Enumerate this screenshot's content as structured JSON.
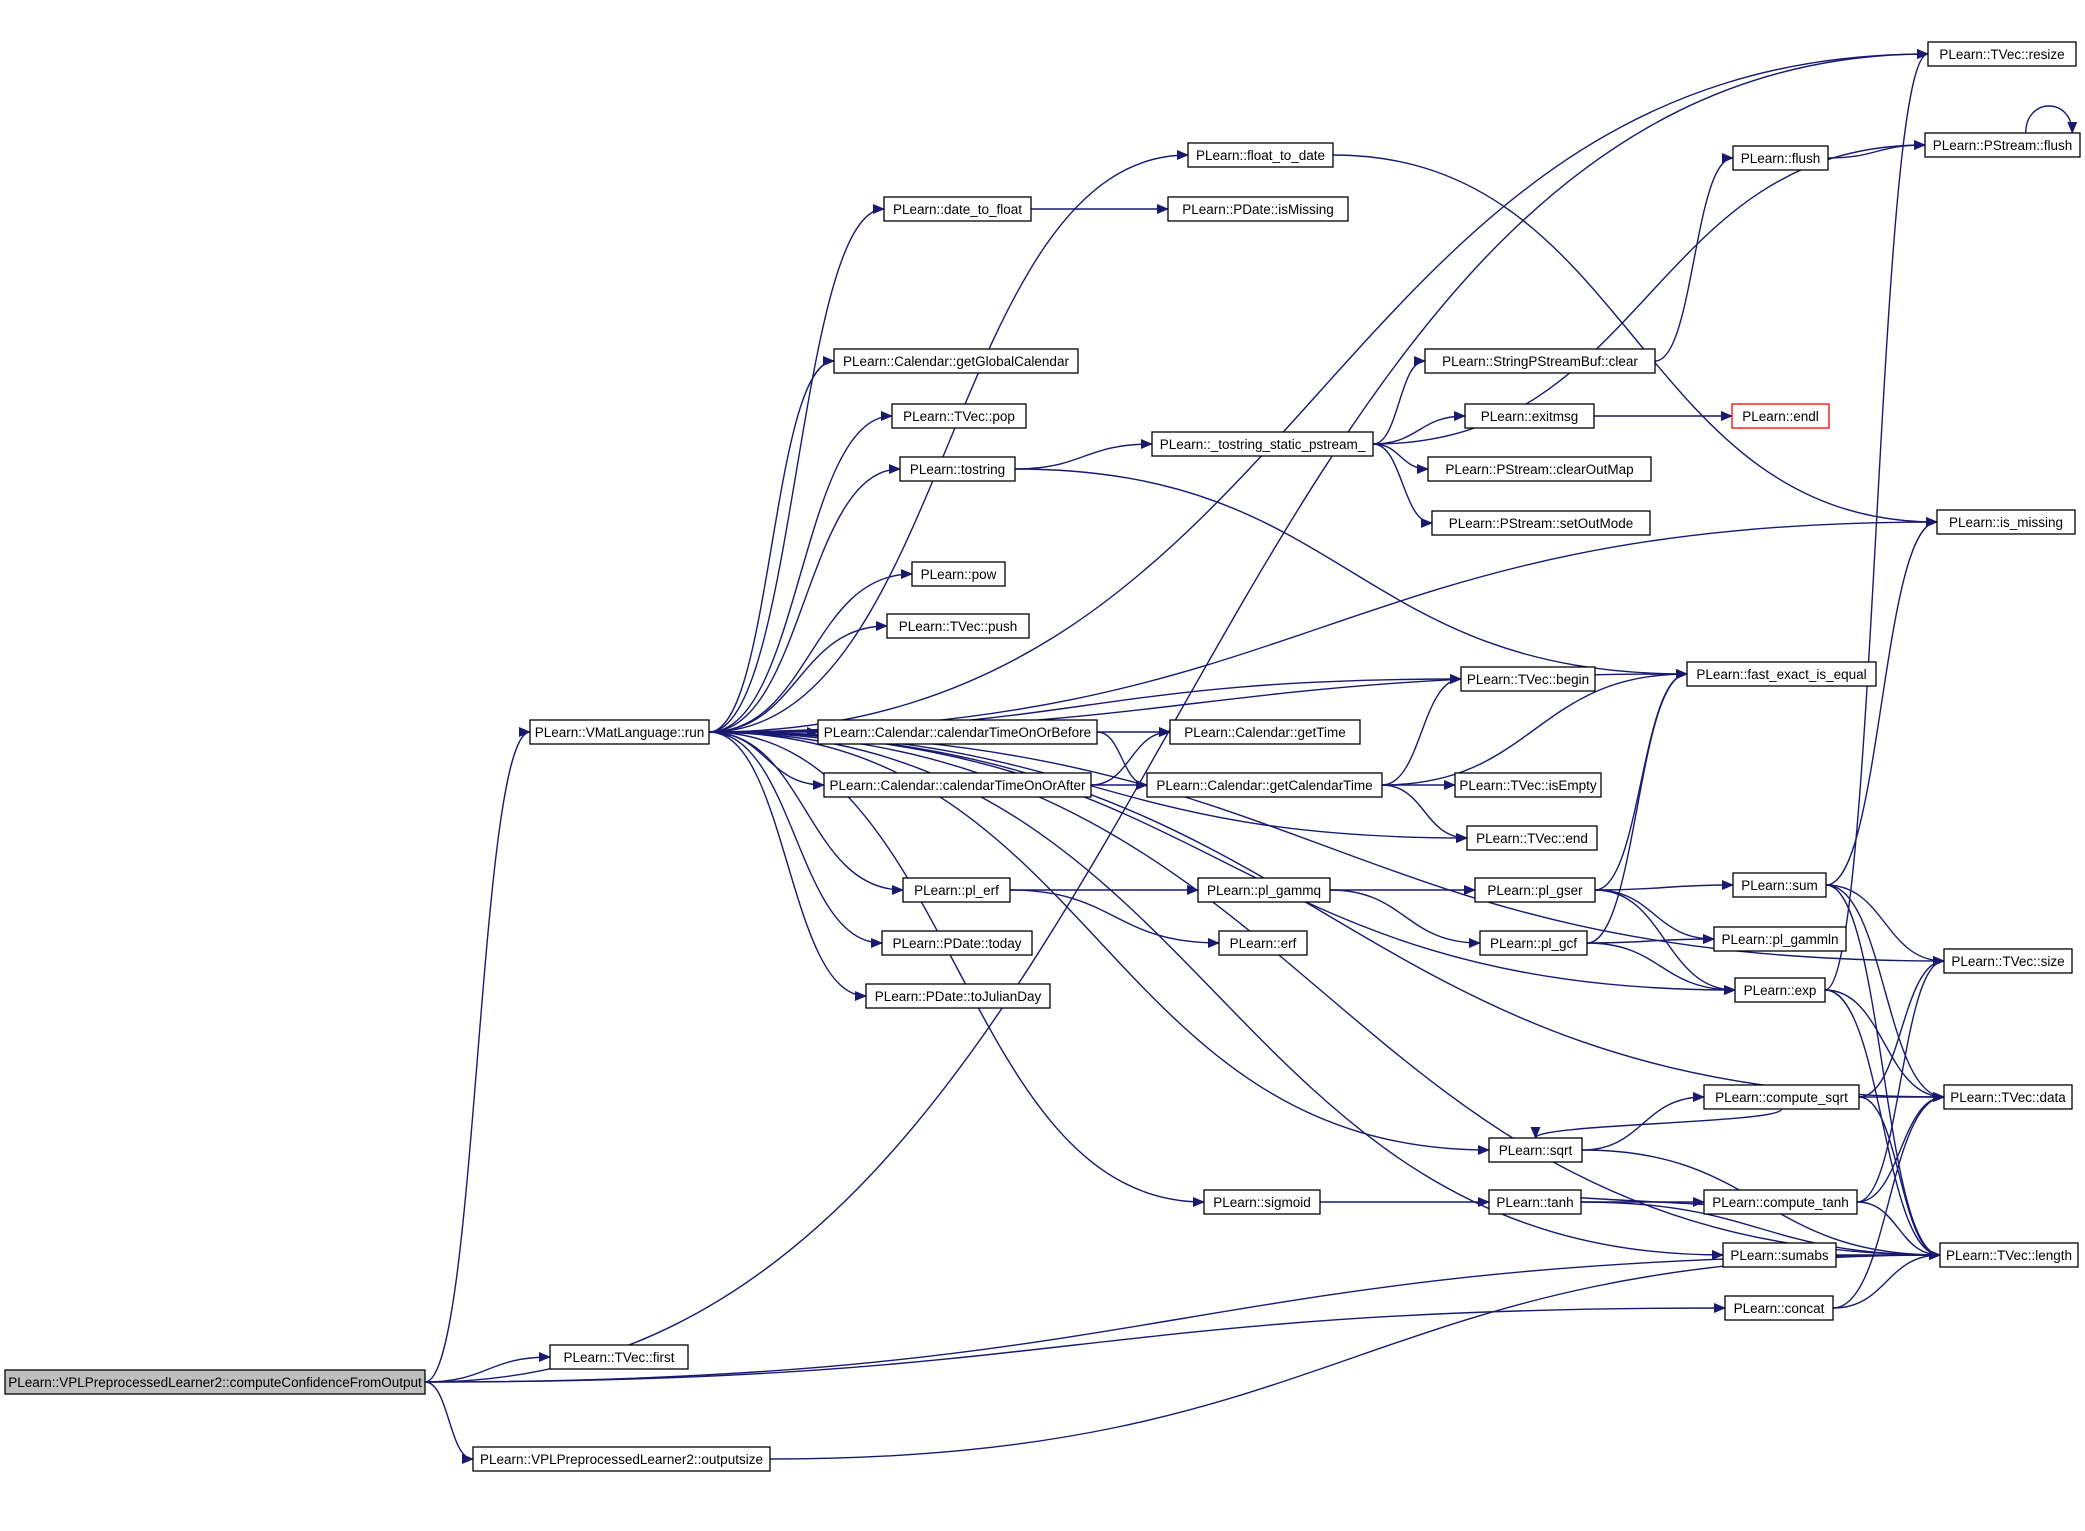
{
  "graph": {
    "type": "call-graph",
    "root": "PLearn::VPLPreprocessedLearner2::computeConfidenceFromOutput",
    "colors": {
      "edge": "#191970",
      "node_border": "#000000",
      "root_fill": "#bfbfbf",
      "highlight_border": "#ff0000",
      "background": "#ffffff"
    },
    "nodes": [
      {
        "id": "root",
        "label": "PLearn::VPLPreprocessedLearner2::computeConfidenceFromOutput"
      },
      {
        "id": "run",
        "label": "PLearn::VMatLanguage::run"
      },
      {
        "id": "first",
        "label": "PLearn::TVec::first"
      },
      {
        "id": "outputsize",
        "label": "PLearn::VPLPreprocessedLearner2::outputsize"
      },
      {
        "id": "float_to_date",
        "label": "PLearn::float_to_date"
      },
      {
        "id": "date_to_float",
        "label": "PLearn::date_to_float"
      },
      {
        "id": "pdate_ismissing",
        "label": "PLearn::PDate::isMissing"
      },
      {
        "id": "getglobalcalendar",
        "label": "PLearn::Calendar::getGlobalCalendar"
      },
      {
        "id": "tvec_pop",
        "label": "PLearn::TVec::pop"
      },
      {
        "id": "tostring",
        "label": "PLearn::tostring"
      },
      {
        "id": "tostring_static",
        "label": "PLearn::_tostring_static_pstream_"
      },
      {
        "id": "pow",
        "label": "PLearn::pow"
      },
      {
        "id": "tvec_push",
        "label": "PLearn::TVec::push"
      },
      {
        "id": "caltimeonorbefore",
        "label": "PLearn::Calendar::calendarTimeOnOrBefore"
      },
      {
        "id": "caltimeonorafter",
        "label": "PLearn::Calendar::calendarTimeOnOrAfter"
      },
      {
        "id": "gettime",
        "label": "PLearn::Calendar::getTime"
      },
      {
        "id": "getcalendartime",
        "label": "PLearn::Calendar::getCalendarTime"
      },
      {
        "id": "pl_erf",
        "label": "PLearn::pl_erf"
      },
      {
        "id": "pl_gammq",
        "label": "PLearn::pl_gammq"
      },
      {
        "id": "erf",
        "label": "PLearn::erf"
      },
      {
        "id": "pdate_today",
        "label": "PLearn::PDate::today"
      },
      {
        "id": "pdate_tojulianday",
        "label": "PLearn::PDate::toJulianDay"
      },
      {
        "id": "sigmoid",
        "label": "PLearn::sigmoid"
      },
      {
        "id": "flush",
        "label": "PLearn::flush"
      },
      {
        "id": "spsb_clear",
        "label": "PLearn::StringPStreamBuf::clear"
      },
      {
        "id": "exitmsg",
        "label": "PLearn::exitmsg"
      },
      {
        "id": "endl",
        "label": "PLearn::endl"
      },
      {
        "id": "clearoutmap",
        "label": "PLearn::PStream::clearOutMap"
      },
      {
        "id": "setoutmode",
        "label": "PLearn::PStream::setOutMode"
      },
      {
        "id": "tvec_begin",
        "label": "PLearn::TVec::begin"
      },
      {
        "id": "tvec_isempty",
        "label": "PLearn::TVec::isEmpty"
      },
      {
        "id": "tvec_end",
        "label": "PLearn::TVec::end"
      },
      {
        "id": "pl_gser",
        "label": "PLearn::pl_gser"
      },
      {
        "id": "pl_gcf",
        "label": "PLearn::pl_gcf"
      },
      {
        "id": "sqrt",
        "label": "PLearn::sqrt"
      },
      {
        "id": "tanh",
        "label": "PLearn::tanh"
      },
      {
        "id": "fast_exact_is_equal",
        "label": "PLearn::fast_exact_is_equal"
      },
      {
        "id": "sum",
        "label": "PLearn::sum"
      },
      {
        "id": "pl_gammln",
        "label": "PLearn::pl_gammln"
      },
      {
        "id": "exp",
        "label": "PLearn::exp"
      },
      {
        "id": "compute_sqrt",
        "label": "PLearn::compute_sqrt"
      },
      {
        "id": "compute_tanh",
        "label": "PLearn::compute_tanh"
      },
      {
        "id": "sumabs",
        "label": "PLearn::sumabs"
      },
      {
        "id": "concat",
        "label": "PLearn::concat"
      },
      {
        "id": "tvec_resize",
        "label": "PLearn::TVec::resize"
      },
      {
        "id": "pstream_flush",
        "label": "PLearn::PStream::flush"
      },
      {
        "id": "is_missing",
        "label": "PLearn::is_missing"
      },
      {
        "id": "tvec_size",
        "label": "PLearn::TVec::size"
      },
      {
        "id": "tvec_data",
        "label": "PLearn::TVec::data"
      },
      {
        "id": "tvec_length",
        "label": "PLearn::TVec::length"
      }
    ],
    "highlighted": [
      "endl"
    ],
    "edges": [
      [
        "root",
        "run"
      ],
      [
        "root",
        "tvec_resize"
      ],
      [
        "root",
        "first"
      ],
      [
        "root",
        "outputsize"
      ],
      [
        "root",
        "tvec_length"
      ],
      [
        "root",
        "concat"
      ],
      [
        "run",
        "tvec_resize"
      ],
      [
        "run",
        "float_to_date"
      ],
      [
        "run",
        "date_to_float"
      ],
      [
        "run",
        "is_missing"
      ],
      [
        "run",
        "tvec_size"
      ],
      [
        "run",
        "getglobalcalendar"
      ],
      [
        "run",
        "tvec_pop"
      ],
      [
        "run",
        "tostring"
      ],
      [
        "run",
        "fast_exact_is_equal"
      ],
      [
        "run",
        "pow"
      ],
      [
        "run",
        "tvec_push"
      ],
      [
        "run",
        "tvec_begin"
      ],
      [
        "run",
        "caltimeonorbefore"
      ],
      [
        "run",
        "caltimeonorafter"
      ],
      [
        "run",
        "tvec_end"
      ],
      [
        "run",
        "pl_erf"
      ],
      [
        "run",
        "pdate_today"
      ],
      [
        "run",
        "pdate_tojulianday"
      ],
      [
        "run",
        "exp"
      ],
      [
        "run",
        "tvec_data"
      ],
      [
        "run",
        "sqrt"
      ],
      [
        "run",
        "sigmoid"
      ],
      [
        "run",
        "sumabs"
      ],
      [
        "run",
        "tvec_length"
      ],
      [
        "float_to_date",
        "is_missing"
      ],
      [
        "date_to_float",
        "pdate_ismissing"
      ],
      [
        "tostring",
        "tostring_static"
      ],
      [
        "tostring",
        "fast_exact_is_equal"
      ],
      [
        "tostring_static",
        "pstream_flush"
      ],
      [
        "tostring_static",
        "spsb_clear"
      ],
      [
        "tostring_static",
        "exitmsg"
      ],
      [
        "tostring_static",
        "clearoutmap"
      ],
      [
        "tostring_static",
        "setoutmode"
      ],
      [
        "spsb_clear",
        "flush"
      ],
      [
        "flush",
        "pstream_flush"
      ],
      [
        "pstream_flush",
        "pstream_flush"
      ],
      [
        "exitmsg",
        "endl"
      ],
      [
        "caltimeonorbefore",
        "gettime"
      ],
      [
        "caltimeonorbefore",
        "getcalendartime"
      ],
      [
        "caltimeonorafter",
        "gettime"
      ],
      [
        "caltimeonorafter",
        "getcalendartime"
      ],
      [
        "getcalendartime",
        "tvec_begin"
      ],
      [
        "getcalendartime",
        "fast_exact_is_equal"
      ],
      [
        "getcalendartime",
        "tvec_isempty"
      ],
      [
        "getcalendartime",
        "tvec_end"
      ],
      [
        "pl_erf",
        "pl_gammq"
      ],
      [
        "pl_erf",
        "erf"
      ],
      [
        "pl_gammq",
        "pl_gser"
      ],
      [
        "pl_gammq",
        "pl_gcf"
      ],
      [
        "pl_gser",
        "fast_exact_is_equal"
      ],
      [
        "pl_gser",
        "sum"
      ],
      [
        "pl_gser",
        "pl_gammln"
      ],
      [
        "pl_gser",
        "exp"
      ],
      [
        "pl_gcf",
        "fast_exact_is_equal"
      ],
      [
        "pl_gcf",
        "pl_gammln"
      ],
      [
        "pl_gcf",
        "exp"
      ],
      [
        "sum",
        "is_missing"
      ],
      [
        "sum",
        "tvec_size"
      ],
      [
        "sum",
        "tvec_data"
      ],
      [
        "sum",
        "tvec_length"
      ],
      [
        "exp",
        "tvec_resize"
      ],
      [
        "exp",
        "tvec_data"
      ],
      [
        "exp",
        "tvec_length"
      ],
      [
        "sqrt",
        "compute_sqrt"
      ],
      [
        "sqrt",
        "tvec_length"
      ],
      [
        "compute_sqrt",
        "sqrt"
      ],
      [
        "compute_sqrt",
        "tvec_size"
      ],
      [
        "compute_sqrt",
        "tvec_data"
      ],
      [
        "compute_sqrt",
        "tvec_length"
      ],
      [
        "sigmoid",
        "tanh"
      ],
      [
        "tanh",
        "compute_tanh"
      ],
      [
        "tanh",
        "tvec_length"
      ],
      [
        "compute_tanh",
        "tanh"
      ],
      [
        "compute_tanh",
        "tvec_size"
      ],
      [
        "compute_tanh",
        "tvec_data"
      ],
      [
        "compute_tanh",
        "tvec_length"
      ],
      [
        "sumabs",
        "tvec_length"
      ],
      [
        "concat",
        "tvec_data"
      ],
      [
        "concat",
        "tvec_length"
      ],
      [
        "outputsize",
        "tvec_length"
      ]
    ]
  }
}
